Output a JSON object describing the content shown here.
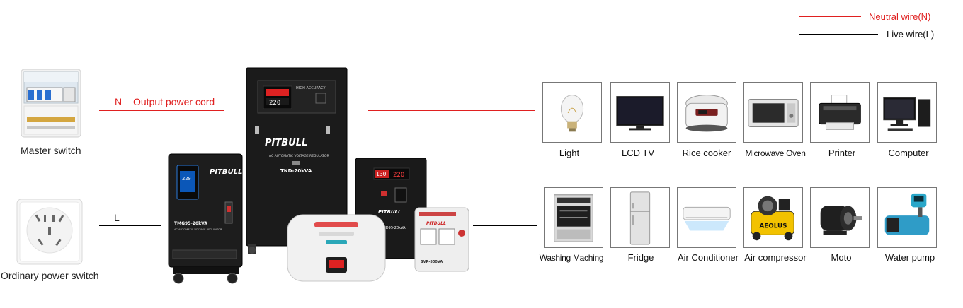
{
  "legend": {
    "neutral": "Neutral wire(N)",
    "live": "Live wire(L)",
    "neutral_color": "#e02020",
    "live_color": "#000000"
  },
  "wiring": {
    "n_label": "N",
    "output_label": "Output power cord",
    "l_label": "L"
  },
  "inputs": {
    "master_switch": "Master switch",
    "ordinary_switch": "Ordinary power switch"
  },
  "products": {
    "brand": "PITBULL",
    "large_model": "TND-20kVA",
    "large_panel": "AC AUTOMATIC VOLTAGE REGULATOR",
    "large_accuracy": "HIGH ACCURACY",
    "tall_model": "TMG95-20kVA",
    "tall_panel": "AC AUTOMATIC VOLTAGE REGULATOR",
    "wall_model": "TND95-20kVA",
    "small_model": "SVR-500VA",
    "display_a": "130",
    "display_b": "220"
  },
  "appliances_row1": [
    {
      "name": "Light",
      "icon": "light-bulb-icon"
    },
    {
      "name": "LCD TV",
      "icon": "lcd-tv-icon"
    },
    {
      "name": "Rice cooker",
      "icon": "rice-cooker-icon"
    },
    {
      "name": "Microwave Oven",
      "icon": "microwave-icon"
    },
    {
      "name": "Printer",
      "icon": "printer-icon"
    },
    {
      "name": "Computer",
      "icon": "computer-icon"
    }
  ],
  "appliances_row2": [
    {
      "name": "Washing Maching",
      "icon": "oven-icon"
    },
    {
      "name": "Fridge",
      "icon": "fridge-icon"
    },
    {
      "name": "Air Conditioner",
      "icon": "air-conditioner-icon"
    },
    {
      "name": "Air compressor",
      "icon": "air-compressor-icon"
    },
    {
      "name": "Moto",
      "icon": "motor-icon"
    },
    {
      "name": "Water pump",
      "icon": "water-pump-icon"
    }
  ],
  "compressor_brand": "AEOLUS"
}
